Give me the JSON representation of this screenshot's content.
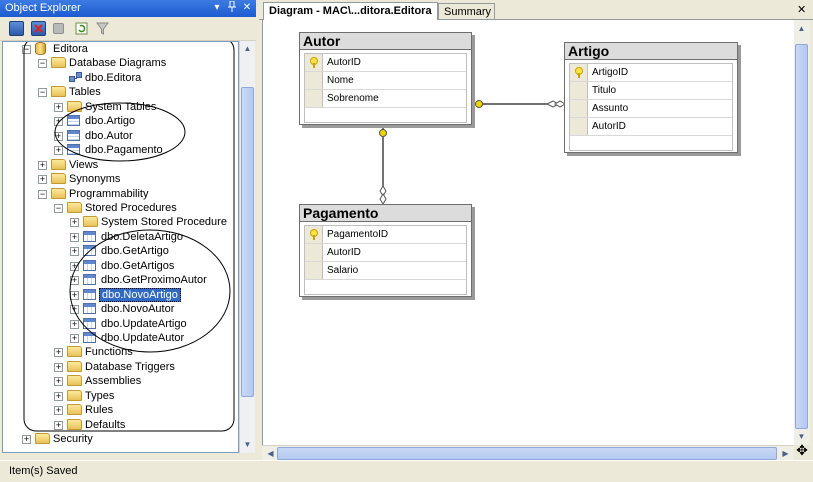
{
  "object_explorer": {
    "title": "Object Explorer",
    "controls": {
      "dropdown": "▾",
      "pin": "ᵖ",
      "close": "✕"
    },
    "tree": [
      {
        "label": "Editora",
        "icon": "database-icon",
        "expander": "−"
      },
      {
        "label": "Database Diagrams",
        "icon": "folder-icon",
        "expander": "−"
      },
      {
        "label": "dbo.Editora",
        "icon": "diagram-icon",
        "expander": ""
      },
      {
        "label": "Tables",
        "icon": "folder-icon",
        "expander": "−"
      },
      {
        "label": "System Tables",
        "icon": "folder-icon",
        "expander": "+"
      },
      {
        "label": "dbo.Artigo",
        "icon": "table-icon",
        "expander": "+"
      },
      {
        "label": "dbo.Autor",
        "icon": "table-icon",
        "expander": "+"
      },
      {
        "label": "dbo.Pagamento",
        "icon": "table-icon",
        "expander": "+"
      },
      {
        "label": "Views",
        "icon": "folder-icon",
        "expander": "+"
      },
      {
        "label": "Synonyms",
        "icon": "folder-icon",
        "expander": "+"
      },
      {
        "label": "Programmability",
        "icon": "folder-icon",
        "expander": "−"
      },
      {
        "label": "Stored Procedures",
        "icon": "folder-icon",
        "expander": "−"
      },
      {
        "label": "System Stored Procedure",
        "icon": "folder-icon",
        "expander": "+"
      },
      {
        "label": "dbo.DeletaArtigo",
        "icon": "stored-procedure-icon",
        "expander": "+"
      },
      {
        "label": "dbo.GetArtigo",
        "icon": "stored-procedure-icon",
        "expander": "+"
      },
      {
        "label": "dbo.GetArtigos",
        "icon": "stored-procedure-icon",
        "expander": "+"
      },
      {
        "label": "dbo.GetProximoAutor",
        "icon": "stored-procedure-icon",
        "expander": "+"
      },
      {
        "label": "dbo.NovoArtigo",
        "icon": "stored-procedure-icon",
        "expander": "+",
        "selected": true
      },
      {
        "label": "dbo.NovoAutor",
        "icon": "stored-procedure-icon",
        "expander": "+"
      },
      {
        "label": "dbo.UpdateArtigo",
        "icon": "stored-procedure-icon",
        "expander": "+"
      },
      {
        "label": "dbo.UpdateAutor",
        "icon": "stored-procedure-icon",
        "expander": "+"
      },
      {
        "label": "Functions",
        "icon": "folder-icon",
        "expander": "+"
      },
      {
        "label": "Database Triggers",
        "icon": "folder-icon",
        "expander": "+"
      },
      {
        "label": "Assemblies",
        "icon": "folder-icon",
        "expander": "+"
      },
      {
        "label": "Types",
        "icon": "folder-icon",
        "expander": "+"
      },
      {
        "label": "Rules",
        "icon": "folder-icon",
        "expander": "+"
      },
      {
        "label": "Defaults",
        "icon": "folder-icon",
        "expander": "+"
      },
      {
        "label": "Security",
        "icon": "folder-icon",
        "expander": "+"
      }
    ]
  },
  "document": {
    "tabs": [
      {
        "label": "Diagram - MAC\\...ditora.Editora",
        "active": true
      },
      {
        "label": "Summary",
        "active": false
      }
    ],
    "close_label": "✕",
    "diagram": {
      "tables": [
        {
          "name": "Autor",
          "columns": [
            {
              "name": "AutorID",
              "primary_key": true
            },
            {
              "name": "Nome",
              "primary_key": false
            },
            {
              "name": "Sobrenome",
              "primary_key": false
            }
          ]
        },
        {
          "name": "Artigo",
          "columns": [
            {
              "name": "ArtigoID",
              "primary_key": true
            },
            {
              "name": "Titulo",
              "primary_key": false
            },
            {
              "name": "Assunto",
              "primary_key": false
            },
            {
              "name": "AutorID",
              "primary_key": false
            }
          ]
        },
        {
          "name": "Pagamento",
          "columns": [
            {
              "name": "PagamentoID",
              "primary_key": true
            },
            {
              "name": "AutorID",
              "primary_key": false
            },
            {
              "name": "Salario",
              "primary_key": false
            }
          ]
        }
      ]
    }
  },
  "status_bar": {
    "text": "Item(s) Saved"
  },
  "colors": {
    "title_bar": "#1c5ad0",
    "selection": "#316ac5",
    "key_icon": "#ffe24a",
    "panel_bg": "#ece9d8"
  }
}
